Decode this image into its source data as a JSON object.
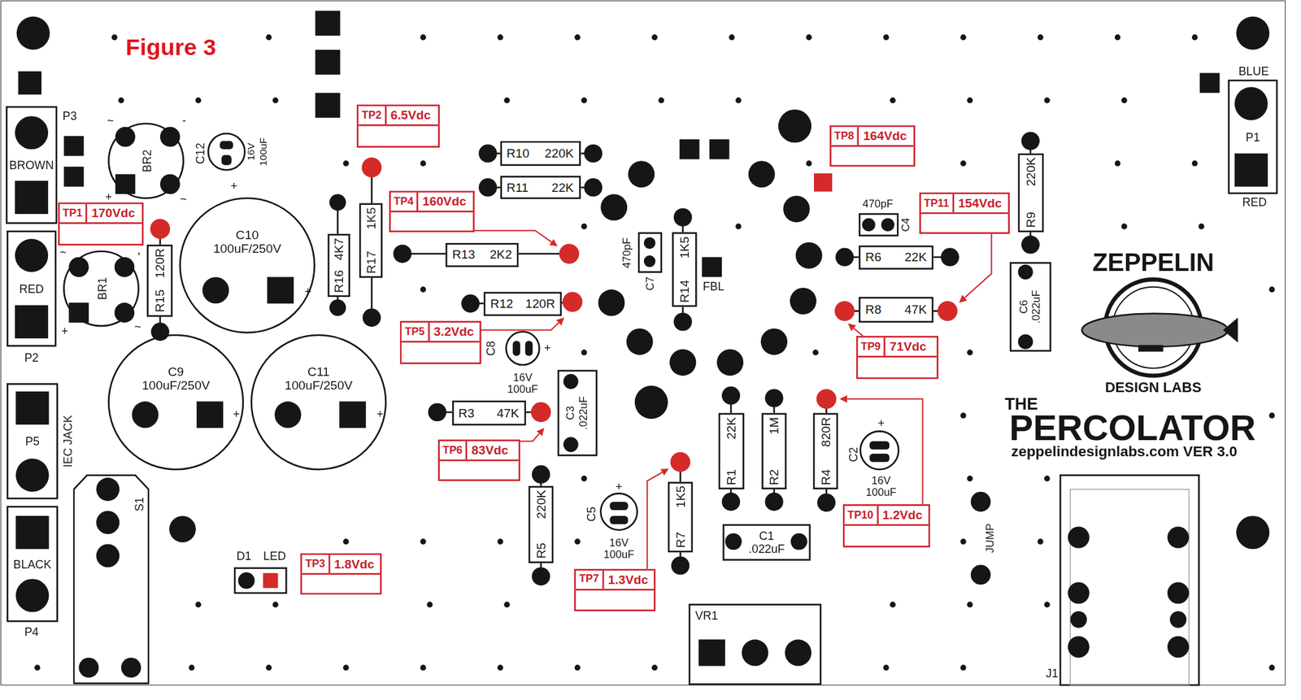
{
  "diagram": {
    "title": "Figure 3",
    "nodes": [
      {
        "text": [
          "BROWN"
        ]
      },
      {
        "text": [
          "TP2",
          "6.5Vdc"
        ]
      },
      {
        "text": [
          "TP8",
          "164Vdc"
        ]
      },
      {
        "text": [
          "P1"
        ]
      },
      {
        "text": [
          "R10",
          "220K"
        ]
      },
      {
        "text": [
          "R9",
          "220K"
        ]
      },
      {
        "text": [
          "R11",
          "22K"
        ]
      },
      {
        "text": [
          "TP4",
          "160Vdc"
        ]
      },
      {
        "text": [
          "TP11",
          "154Vdc"
        ]
      },
      {
        "text": [
          "TP1",
          "170Vdc"
        ]
      },
      {
        "text": [
          "RED"
        ]
      },
      {
        "text": [
          "R16",
          "4K7"
        ]
      },
      {
        "text": [
          "R17",
          "1K5"
        ]
      },
      {
        "text": [
          "R15",
          "120R"
        ]
      },
      {
        "text": [
          "C10",
          "100uF/250V"
        ]
      },
      {
        "text": [
          "R13",
          "2K2"
        ]
      },
      {
        "text": [
          "R14",
          "1K5"
        ]
      },
      {
        "text": [
          "R6",
          "22K"
        ]
      },
      {
        "text": [
          "C6",
          ".022uF"
        ]
      },
      {
        "text": [
          "R12",
          "120R"
        ]
      },
      {
        "text": [
          "R8",
          "47K"
        ]
      },
      {
        "text": [
          "TP5",
          "3.2Vdc"
        ]
      },
      {
        "text": [
          "TP9",
          "71Vdc"
        ]
      },
      {
        "text": [
          "C9",
          "100uF/250V"
        ]
      },
      {
        "text": [
          "C11",
          "100uF/250V"
        ]
      },
      {
        "text": [
          "C3",
          ".022uF"
        ]
      },
      {
        "text": [
          "R3",
          "47K"
        ]
      },
      {
        "text": [
          "P5"
        ]
      },
      {
        "text": [
          "R1",
          "22K"
        ]
      },
      {
        "text": [
          "R2",
          "1M"
        ]
      },
      {
        "text": [
          "R4",
          "820R"
        ]
      },
      {
        "text": [
          "TP6",
          "83Vdc"
        ]
      },
      {
        "text": [
          "S1"
        ]
      },
      {
        "text": [
          "R5",
          "220K"
        ]
      },
      {
        "text": [
          "R7",
          "1K5"
        ]
      },
      {
        "text": [
          "TP10",
          "1.2Vdc"
        ]
      },
      {
        "text": [
          "C1",
          ".022uF"
        ]
      },
      {
        "text": [
          "BLACK"
        ]
      },
      {
        "text": [
          "TP3",
          "1.8Vdc"
        ]
      },
      {
        "text": [
          "TP7",
          "1.3Vdc"
        ]
      },
      {
        "text": [
          "VR1"
        ]
      }
    ],
    "labels": [
      "P3",
      "BR2",
      "~",
      "-",
      "+",
      "~",
      "C12",
      "16V",
      "100uF",
      "+",
      "~",
      "-",
      "BR1",
      "+",
      "~",
      "P2",
      "+",
      "+",
      "+",
      "IEC JACK",
      "470pF",
      "C7",
      "FBL",
      "470pF",
      "C4",
      "C8",
      "+",
      "16V",
      "100uF",
      "C5",
      "+",
      "16V",
      "100uF",
      "C2",
      "+",
      "16V",
      "100uF",
      "D1",
      "LED",
      "P4",
      "JUMP",
      "J1",
      "BLUE",
      "RED",
      "ZEPPELIN",
      "DESIGN LABS",
      "THE",
      "PERCOLATOR",
      "zeppelindesignlabs.com VER 3.0"
    ]
  }
}
